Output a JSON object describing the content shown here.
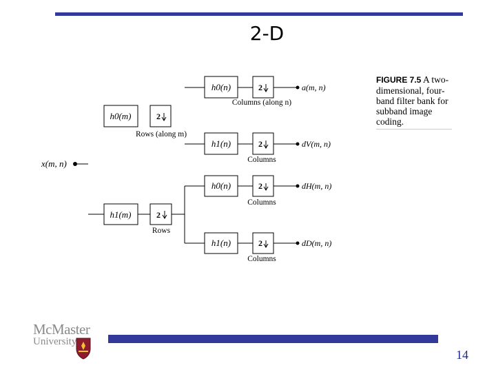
{
  "slide": {
    "title": "2-D",
    "page_number": "14",
    "accent_color": "#33399a"
  },
  "logo": {
    "name_top": "McMaster",
    "name_bottom": "University",
    "crest_icon": "university-crest-icon"
  },
  "caption": {
    "figure_label": "FIGURE 7.5",
    "text": "A two-dimensional, four-band filter bank for subband image coding."
  },
  "diagram": {
    "input_label": "x(m, n)",
    "row_stage": [
      {
        "filter": "h0(m)",
        "factor": "2",
        "note": "Rows (along m)"
      },
      {
        "filter": "h1(m)",
        "factor": "2",
        "note": "Rows"
      }
    ],
    "column_stage": [
      {
        "filter": "h0(n)",
        "factor": "2",
        "note": "Columns (along n)",
        "output": "a(m, n)"
      },
      {
        "filter": "h1(n)",
        "factor": "2",
        "note": "Columns",
        "output": "dV(m, n)"
      },
      {
        "filter": "h0(n)",
        "factor": "2",
        "note": "Columns",
        "output": "dH(m, n)"
      },
      {
        "filter": "h1(n)",
        "factor": "2",
        "note": "Columns",
        "output": "dD(m, n)"
      }
    ]
  }
}
